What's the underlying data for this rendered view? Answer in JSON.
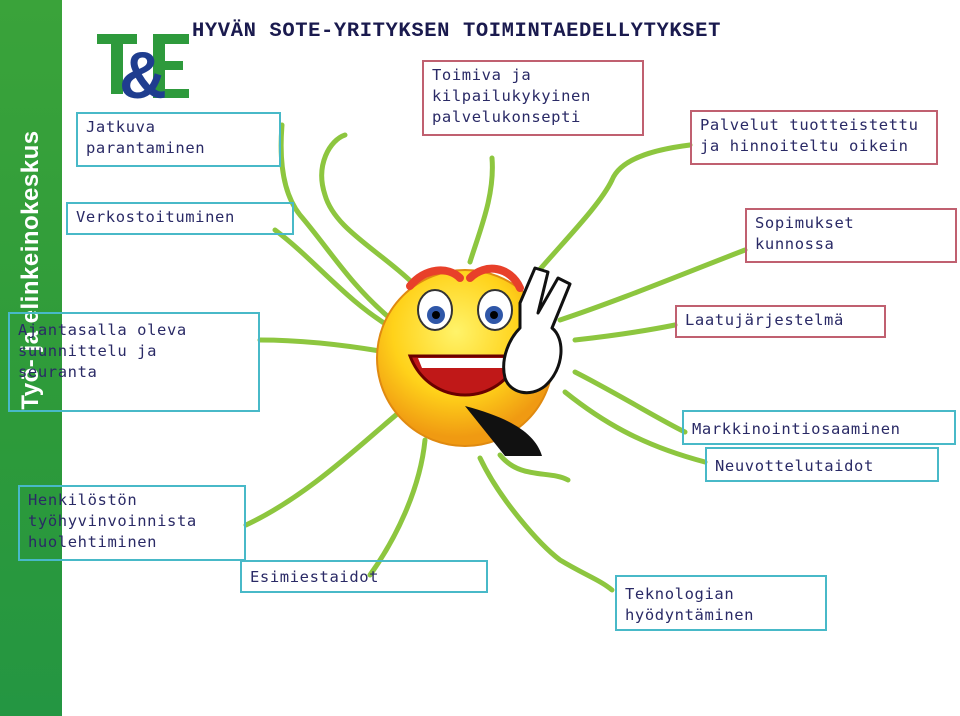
{
  "sidebar": {
    "text": "Työ- ja elinkeinokeskus"
  },
  "logo": {
    "text": "TE",
    "colors": {
      "green": "#2e9a3c",
      "blue": "#1f3d8f"
    }
  },
  "title": "HYVÄN SOTE-YRITYKSEN TOIMINTAEDELLYTYKSET",
  "colors": {
    "sidebar": "#2e9a3c",
    "branch": "#8dc63f",
    "box_border_left": "#48b9c8",
    "box_border_right": "#c06070",
    "text": "#2a2a66"
  },
  "items": {
    "jatkuva": "Jatkuva\nparantaminen",
    "verkosto": "Verkostoituminen",
    "ajantasalla": "Ajantasalla oleva\nsuunnittelu ja\nseuranta",
    "henkilosto": "Henkilöstön\ntyöhyvinvoinnista\nhuolehtiminen",
    "esimies": "Esimiestaidot",
    "toimiva": "Toimiva ja\nkilpailukykyinen\npalvelukonsepti",
    "palvelut": "Palvelut tuotteistettu\nja hinnoiteltu oikein",
    "sopimukset": "Sopimukset\nkunnossa",
    "laatu": "Laatujärjestelmä",
    "markkinointi": "Markkinointiosaaminen",
    "neuvottelu": "Neuvottelutaidot",
    "teknologia": "Teknologian\nhyödyntäminen"
  }
}
